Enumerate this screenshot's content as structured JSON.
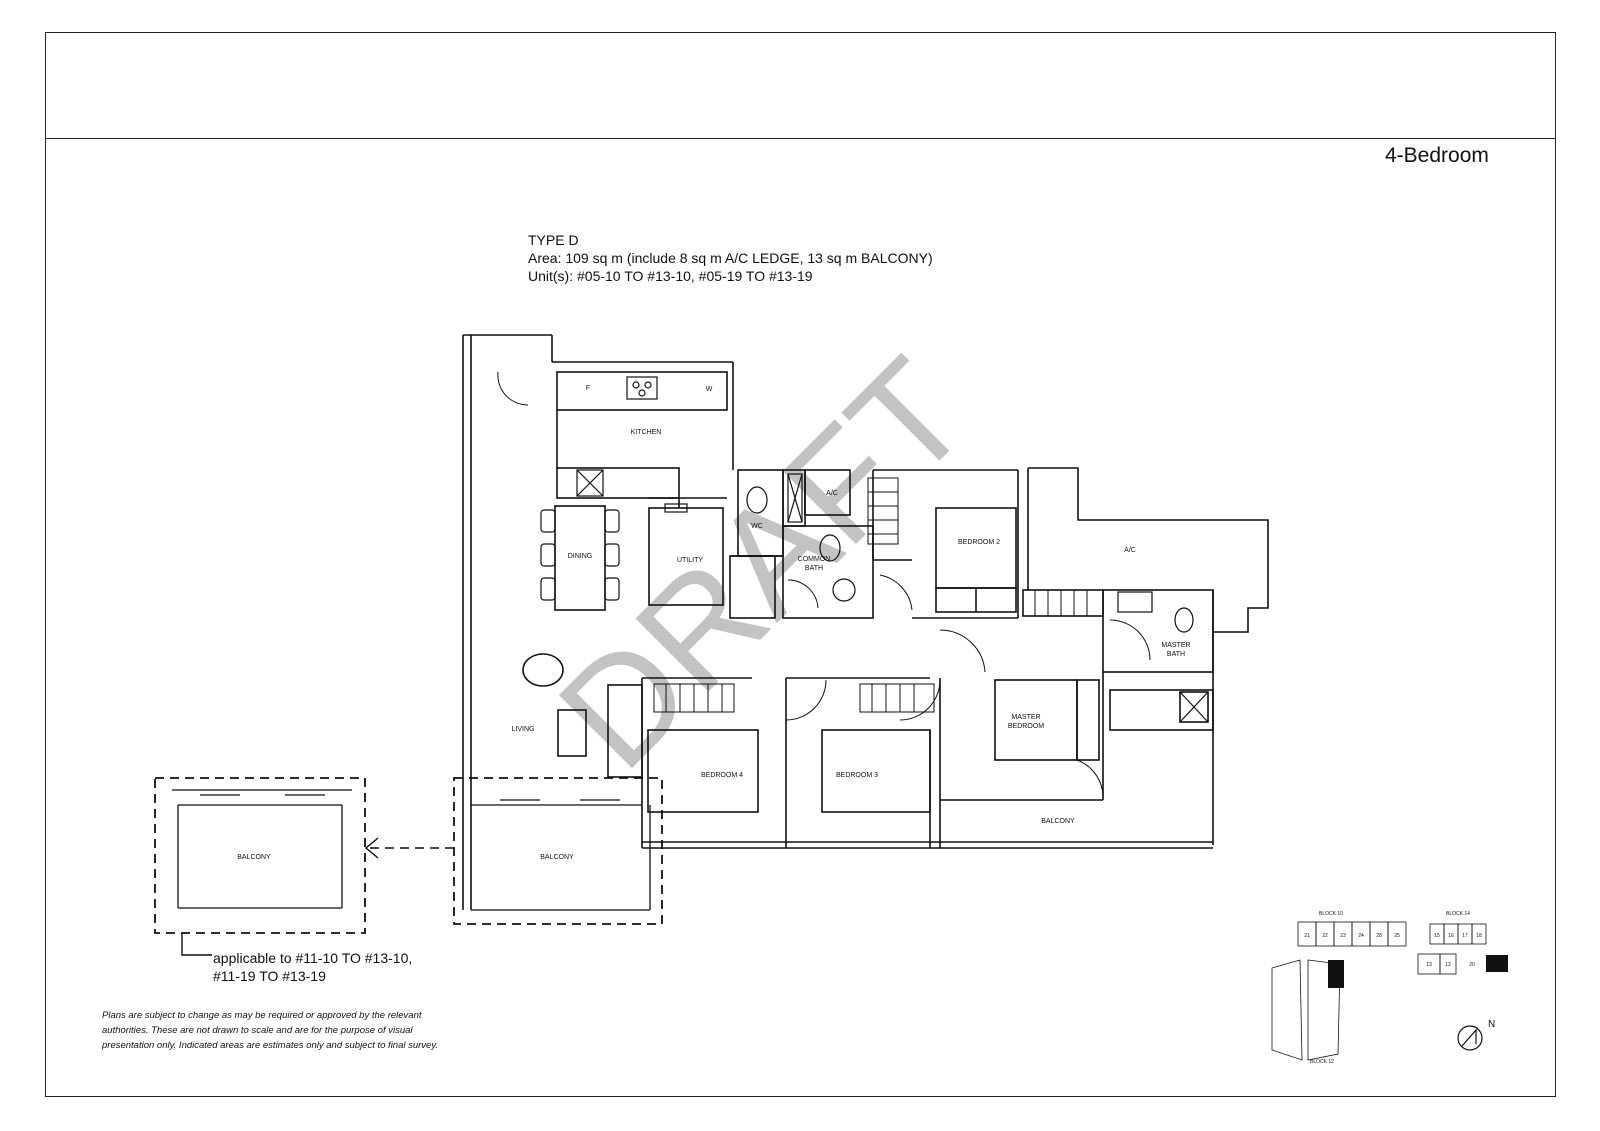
{
  "header": {
    "unit_category": "4-Bedroom",
    "unit_type": "TYPE D",
    "area": "Area: 109 sq m (include 8 sq m A/C LEDGE, 13 sq m BALCONY)",
    "units": "Unit(s): #05-10 TO #13-10, #05-19 TO #13-19"
  },
  "rooms": {
    "kitchen": "KITCHEN",
    "dining": "DINING",
    "utility": "UTILITY",
    "wc": "WC",
    "ac_small": "A/C",
    "common_bath_1": "COMMON",
    "common_bath_2": "BATH",
    "bedroom2": "BEDROOM 2",
    "ac_ledge": "A/C",
    "master_bath_1": "MASTER",
    "master_bath_2": "BATH",
    "master_bedroom_1": "MASTER",
    "master_bedroom_2": "BEDROOM",
    "living": "LIVING",
    "bedroom4": "BEDROOM 4",
    "bedroom3": "BEDROOM 3",
    "balcony_main": "BALCONY",
    "balcony_side": "BALCONY",
    "balcony_alt": "BALCONY"
  },
  "appliances": {
    "fridge": "F",
    "washer": "W"
  },
  "alternate_layout": {
    "line1": "applicable to  #11-10 TO #13-10,",
    "line2": "#11-19 TO #13-19"
  },
  "watermark": "DRAFT",
  "disclaimer": "Plans are subject to change as may be required or approved by the relevant authorities. These are not drawn to scale and are for the purpose of visual presentation only. Indicated areas are estimates only and subject to final survey.",
  "key_plan": {
    "block_labels": [
      "BLOCK 10",
      "BLOCK 14",
      "BLOCK 12"
    ],
    "unit_numbers_top": [
      "21",
      "22",
      "23",
      "24",
      "28",
      "25"
    ],
    "unit_numbers_right_top": [
      "15",
      "16",
      "17",
      "18"
    ],
    "unit_numbers_right_bottom": [
      "13",
      "12",
      "20"
    ],
    "highlighted_color": "#111111"
  },
  "north_symbol": "N"
}
